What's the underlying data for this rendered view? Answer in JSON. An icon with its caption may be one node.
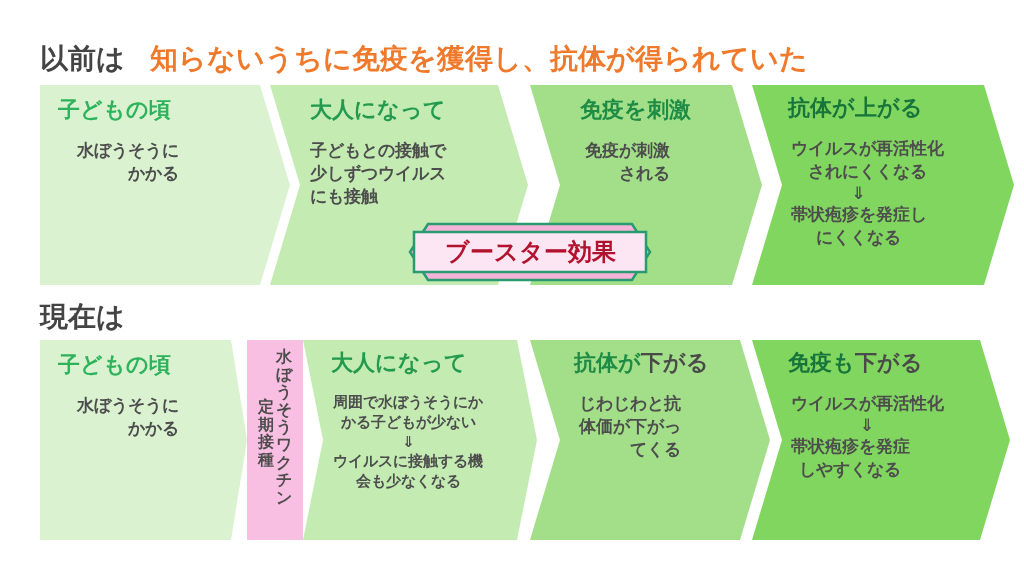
{
  "diagram": {
    "nodes": [
      {
        "text": [
          "子どもの頃",
          "水ぼうそうにかかる"
        ]
      },
      {
        "text": [
          "大人になって",
          "子どもとの接触で少しずつウイルスにも接触"
        ]
      },
      {
        "text": [
          "免疫を刺激",
          "免疫が刺激される"
        ]
      },
      {
        "text": [
          "抗体が上がる",
          "ウイルスが再活性化されにくくなる",
          "⇓",
          "帯状疱疹を発症しにくくなる"
        ]
      },
      {
        "text": [
          "ブースター効果"
        ]
      },
      {
        "text": [
          "子どもの頃",
          "水ぼうそうにかかる"
        ]
      },
      {
        "text": [
          "定期接種",
          "水ぼうそうワクチン"
        ]
      },
      {
        "text": [
          "大人になって",
          "周囲で水ぼうそうにかかる子どもが少ない",
          "⇓",
          "ウイルスに接触する機会も少なくなる"
        ]
      },
      {
        "text": [
          "抗体が**下がる**",
          "じわじわと抗体価が下がってくる"
        ]
      },
      {
        "text": [
          "免疫も**下がる**",
          "ウイルスが再活性化",
          "⇓",
          "帯状疱疹を発症しやすくなる"
        ]
      }
    ],
    "labels": [
      "以前は",
      "知らないうちに免疫を獲得し、抗体が得られていた",
      "現在は"
    ]
  }
}
